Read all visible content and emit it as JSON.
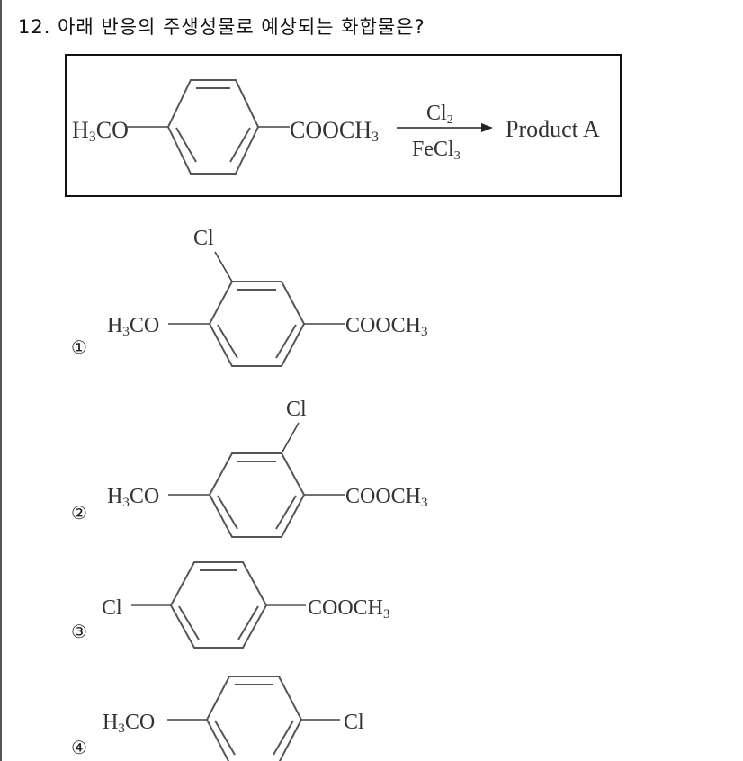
{
  "question": {
    "number": "12.",
    "text": "아래 반응의 주생성물로 예상되는 화합물은?"
  },
  "reaction": {
    "reactant_left": "H3CO",
    "reactant_right": "COOCH3",
    "reagent_top": "Cl2",
    "reagent_bottom": "FeCl3",
    "product": "Product A"
  },
  "options": [
    {
      "marker": "①",
      "left": "H3CO",
      "right": "COOCH3",
      "substituent": "Cl",
      "substituent_position": "ortho-to-OCH3"
    },
    {
      "marker": "②",
      "left": "H3CO",
      "right": "COOCH3",
      "substituent": "Cl",
      "substituent_position": "ortho-to-COOCH3"
    },
    {
      "marker": "③",
      "left": "Cl",
      "right": "COOCH3"
    },
    {
      "marker": "④",
      "left": "H3CO",
      "right": "Cl"
    }
  ],
  "colors": {
    "text": "#111111",
    "structure": "#444444",
    "box_border": "#111111"
  }
}
